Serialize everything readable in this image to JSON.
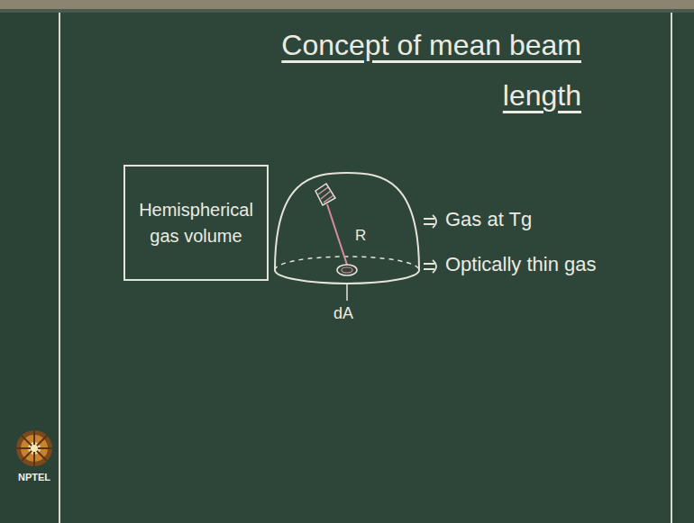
{
  "diagram": {
    "title": "Concept of mean beam length",
    "nodes": [
      {
        "text": [
          "Hemispherical gas volume"
        ]
      }
    ],
    "labels": [
      "R",
      "Gas at Tg",
      "Optically thin gas",
      "dA",
      "NPTEL"
    ]
  }
}
